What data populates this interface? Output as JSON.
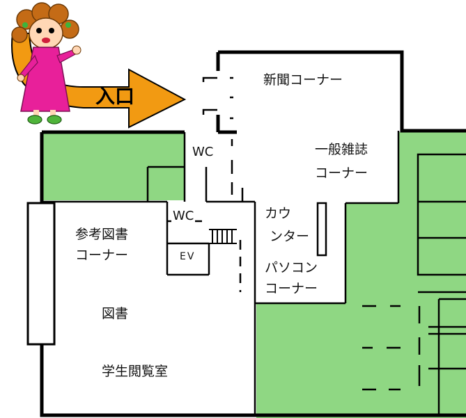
{
  "colors": {
    "room_green": "#8fd783",
    "wall": "#000000",
    "arrow_fill": "#f29a12",
    "dress": "#e8209a",
    "hair": "#c46b16",
    "shoes": "#4fb43a"
  },
  "labels": {
    "entrance": "入口",
    "newspaper_corner": "新聞コーナー",
    "magazine_line1": "一般雑誌",
    "magazine_line2": "コーナー",
    "wc_upper": "WC",
    "wc_lower": "WC",
    "counter_line1": "カウ",
    "counter_line2": "ンター",
    "reference_line1": "参考図書",
    "reference_line2": "コーナー",
    "ev": "EV",
    "pc_line1": "パソコン",
    "pc_line2": "コーナー",
    "library": "図書",
    "reading_room": "学生閲覧室"
  },
  "icons": {
    "mascot": "girl-mascot-icon",
    "arrow": "entrance-arrow-icon",
    "stairs": "stairs-icon"
  }
}
